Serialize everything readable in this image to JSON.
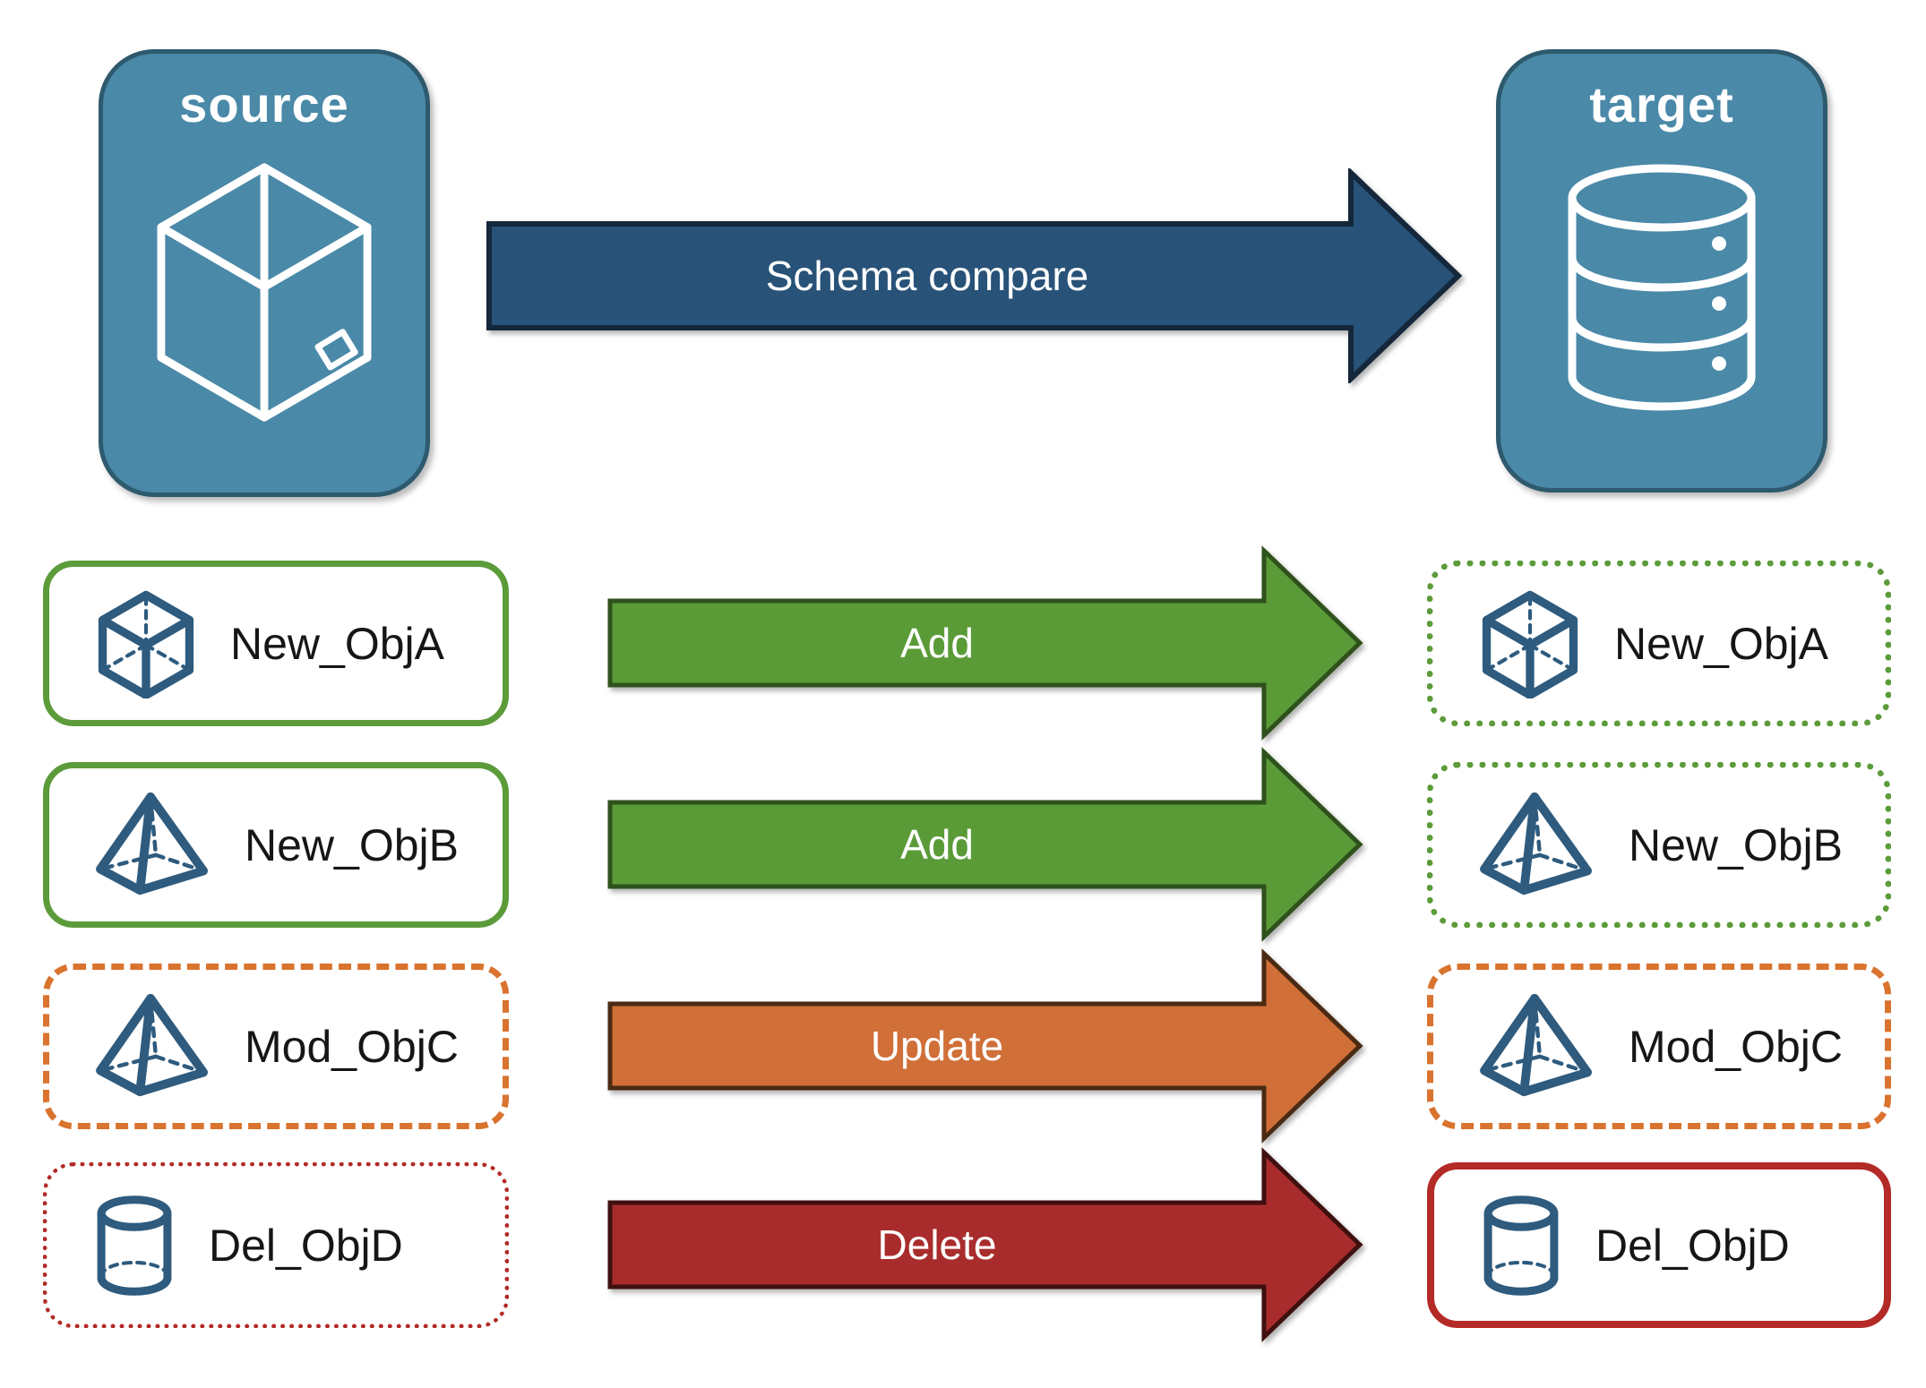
{
  "palette": {
    "panel_fill": "#4A89A8",
    "panel_border": "#2E5A6E",
    "icon_blue": "#2E5B7E",
    "label_color": "#161616",
    "white": "#ffffff"
  },
  "source": {
    "label": "source",
    "icon": "package-icon"
  },
  "target": {
    "label": "target",
    "icon": "database-icon"
  },
  "main_arrow": {
    "label": "Schema compare",
    "fill": "#285278",
    "stroke": "#14273B"
  },
  "rows": [
    {
      "object": "New_ObjA",
      "icon": "cube-icon",
      "action": "Add",
      "arrow": {
        "fill": "#5A9B38",
        "stroke": "#2F511C"
      },
      "source_box": {
        "color": "#5C9B3A",
        "style": "solid",
        "width": 7
      },
      "target_box": {
        "color": "#5C9B3A",
        "style": "dotted",
        "width": 7
      }
    },
    {
      "object": "New_ObjB",
      "icon": "pyramid-icon",
      "action": "Add",
      "arrow": {
        "fill": "#5A9B38",
        "stroke": "#2F511C"
      },
      "source_box": {
        "color": "#5C9B3A",
        "style": "solid",
        "width": 7
      },
      "target_box": {
        "color": "#5C9B3A",
        "style": "dotted",
        "width": 7
      }
    },
    {
      "object": "Mod_ObjC",
      "icon": "pyramid-icon",
      "action": "Update",
      "arrow": {
        "fill": "#D06F38",
        "stroke": "#4A2A12"
      },
      "source_box": {
        "color": "#D9732E",
        "style": "dashed",
        "width": 7
      },
      "target_box": {
        "color": "#D9732E",
        "style": "dashed",
        "width": 7
      }
    },
    {
      "object": "Del_ObjD",
      "icon": "cylinder-icon",
      "action": "Delete",
      "arrow": {
        "fill": "#A92C2C",
        "stroke": "#3F1010"
      },
      "source_box": {
        "color": "#B32A26",
        "style": "dotted",
        "width": 5
      },
      "target_box": {
        "color": "#B32A26",
        "style": "solid",
        "width": 8
      }
    }
  ]
}
